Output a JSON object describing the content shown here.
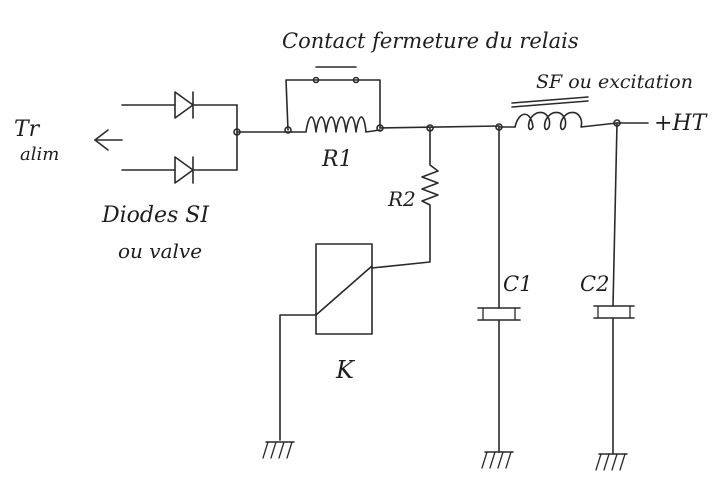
{
  "schematic": {
    "contact_label": "Contact fermeture du relais",
    "tr_label_line1": "Tr",
    "tr_label_line2": "alim",
    "diodes_label_line1": "Diodes SI",
    "diodes_label_line2": "ou valve",
    "r1_label": "R1",
    "r2_label": "R2",
    "k_label": "K",
    "sf_label": "SF ou excitation",
    "ht_label": "+HT",
    "c1_label": "C1",
    "c2_label": "C2"
  }
}
